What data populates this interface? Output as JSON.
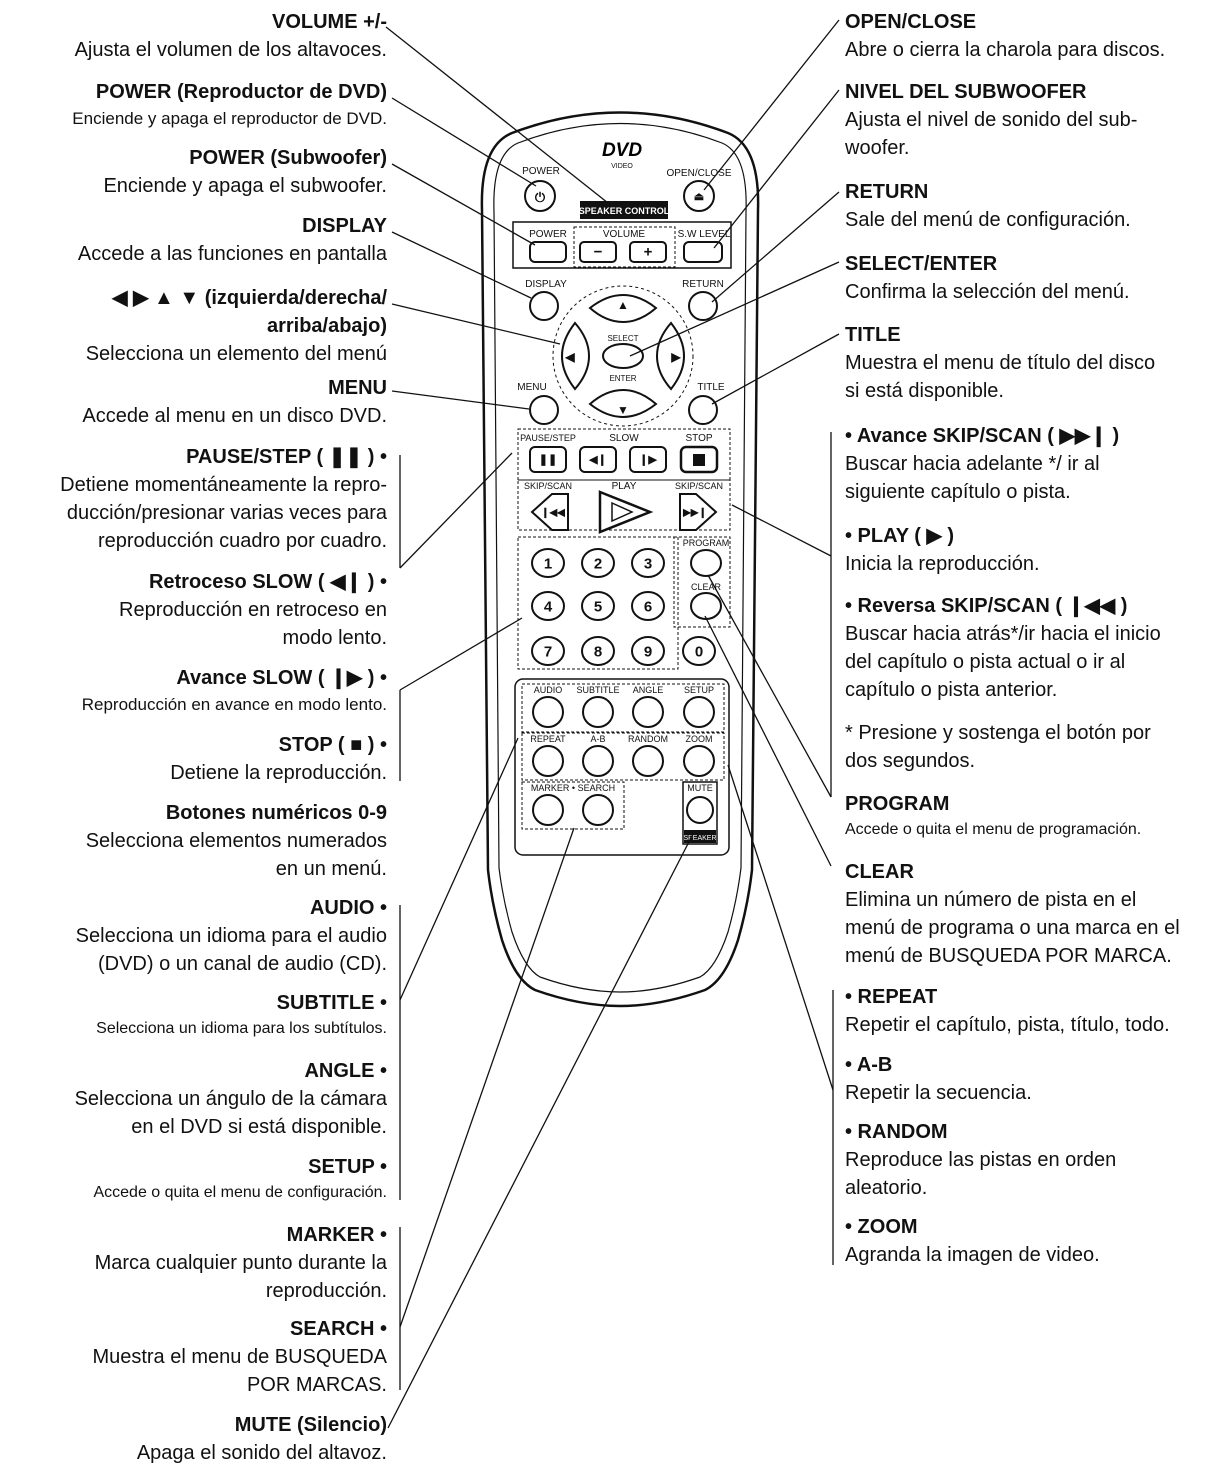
{
  "left_labels": [
    {
      "lines": [
        {
          "text": "VOLUME +/-",
          "style": "t"
        },
        {
          "text": "Ajusta el volumen de los altavoces.",
          "style": "d"
        }
      ]
    },
    {
      "lines": [
        {
          "text": "POWER (Reproductor de DVD)",
          "style": "t"
        },
        {
          "text": "Enciende y apaga el reproductor de DVD.",
          "style": "ds"
        }
      ]
    },
    {
      "lines": [
        {
          "text": "POWER (Subwoofer)",
          "style": "t"
        },
        {
          "text": "Enciende y apaga el subwoofer.",
          "style": "d"
        }
      ]
    },
    {
      "lines": [
        {
          "text": "DISPLAY",
          "style": "t"
        },
        {
          "text": "Accede a las funciones en pantalla",
          "style": "d"
        }
      ]
    },
    {
      "lines": [
        {
          "text": "◀ ▶ ▲ ▼ (izquierda/derecha/",
          "style": "t"
        },
        {
          "text": "arriba/abajo)",
          "style": "t"
        },
        {
          "text": "Selecciona un elemento del menú",
          "style": "d"
        }
      ]
    },
    {
      "lines": [
        {
          "text": "MENU",
          "style": "t"
        },
        {
          "text": "Accede al menu en un disco DVD.",
          "style": "d"
        }
      ]
    },
    {
      "lines": [
        {
          "text": "PAUSE/STEP ( ❚❚ ) •",
          "style": "t"
        },
        {
          "text": "Detiene momentáneamente la repro-",
          "style": "d"
        },
        {
          "text": "ducción/presionar varias veces para",
          "style": "d"
        },
        {
          "text": "reproducción cuadro por cuadro.",
          "style": "d"
        }
      ]
    },
    {
      "lines": [
        {
          "text": "Retroceso SLOW ( ◀❙ ) •",
          "style": "t"
        },
        {
          "text": "Reproducción en retroceso en",
          "style": "d"
        },
        {
          "text": "modo lento.",
          "style": "d"
        }
      ]
    },
    {
      "lines": [
        {
          "text": "Avance SLOW ( ❙▶ ) •",
          "style": "t"
        },
        {
          "text": "Reproducción en avance en modo lento.",
          "style": "ds"
        }
      ]
    },
    {
      "lines": [
        {
          "text": "STOP ( ■ ) •",
          "style": "t"
        },
        {
          "text": "Detiene la reproducción.",
          "style": "d"
        }
      ]
    },
    {
      "lines": [
        {
          "text": "Botones numéricos 0-9",
          "style": "t"
        },
        {
          "text": "Selecciona elementos numerados",
          "style": "d"
        },
        {
          "text": "en un menú.",
          "style": "d"
        }
      ]
    },
    {
      "lines": [
        {
          "text": "AUDIO •",
          "style": "t"
        },
        {
          "text": "Selecciona un idioma para el audio",
          "style": "d"
        },
        {
          "text": "(DVD) o un canal de audio (CD).",
          "style": "d"
        }
      ]
    },
    {
      "lines": [
        {
          "text": "SUBTITLE •",
          "style": "t"
        },
        {
          "text": "Selecciona un idioma para los subtítulos.",
          "style": "dxs"
        }
      ]
    },
    {
      "lines": [
        {
          "text": "ANGLE •",
          "style": "t"
        },
        {
          "text": "Selecciona un ángulo de la cámara",
          "style": "d"
        },
        {
          "text": "en el DVD si está disponible.",
          "style": "d"
        }
      ]
    },
    {
      "lines": [
        {
          "text": "SETUP •",
          "style": "t"
        },
        {
          "text": "Accede o quita el menu de configuración.",
          "style": "dxs"
        }
      ]
    },
    {
      "lines": [
        {
          "text": "MARKER •",
          "style": "t"
        },
        {
          "text": "Marca cualquier punto durante la",
          "style": "d"
        },
        {
          "text": "reproducción.",
          "style": "d"
        }
      ]
    },
    {
      "lines": [
        {
          "text": "SEARCH •",
          "style": "t"
        },
        {
          "text": "Muestra el menu de BUSQUEDA",
          "style": "d"
        },
        {
          "text": "POR MARCAS.",
          "style": "d"
        }
      ]
    },
    {
      "lines": [
        {
          "text": "MUTE (Silencio)",
          "style": "t"
        },
        {
          "text": "Apaga el sonido del altavoz.",
          "style": "d"
        }
      ]
    }
  ],
  "right_labels": [
    {
      "lines": [
        {
          "text": "OPEN/CLOSE",
          "style": "t"
        },
        {
          "text": "Abre o cierra la charola para discos.",
          "style": "d"
        }
      ]
    },
    {
      "lines": [
        {
          "text": "NIVEL DEL SUBWOOFER",
          "style": "t"
        },
        {
          "text": "Ajusta el nivel de sonido del sub-",
          "style": "d"
        },
        {
          "text": "woofer.",
          "style": "d"
        }
      ]
    },
    {
      "lines": [
        {
          "text": "RETURN",
          "style": "t"
        },
        {
          "text": "Sale del menú de configuración.",
          "style": "d"
        }
      ]
    },
    {
      "lines": [
        {
          "text": "SELECT/ENTER",
          "style": "t"
        },
        {
          "text": "Confirma la selección del menú.",
          "style": "d"
        }
      ]
    },
    {
      "lines": [
        {
          "text": "TITLE",
          "style": "t"
        },
        {
          "text": "Muestra el menu de título del disco",
          "style": "d"
        },
        {
          "text": "si está disponible.",
          "style": "d"
        }
      ]
    },
    {
      "lines": [
        {
          "text": "• Avance SKIP/SCAN ( ▶▶❙ )",
          "style": "t"
        },
        {
          "text": "Buscar hacia adelante */ ir al",
          "style": "d"
        },
        {
          "text": "siguiente capítulo o pista.",
          "style": "d"
        }
      ]
    },
    {
      "lines": [
        {
          "text": "• PLAY ( ▶ )",
          "style": "t"
        },
        {
          "text": "Inicia la reproducción.",
          "style": "d"
        }
      ]
    },
    {
      "lines": [
        {
          "text": "• Reversa SKIP/SCAN ( ❙◀◀ )",
          "style": "t"
        },
        {
          "text": "Buscar hacia atrás*/ir hacia el inicio",
          "style": "d"
        },
        {
          "text": "del capítulo o pista actual o ir al",
          "style": "d"
        },
        {
          "text": "capítulo o pista anterior.",
          "style": "d"
        }
      ]
    },
    {
      "lines": [
        {
          "text": "* Presione y sostenga el botón por",
          "style": "d"
        },
        {
          "text": "  dos segundos.",
          "style": "d"
        }
      ]
    },
    {
      "lines": [
        {
          "text": "PROGRAM",
          "style": "t"
        },
        {
          "text": "Accede o quita el menu de programación.",
          "style": "dxs"
        }
      ]
    },
    {
      "lines": [
        {
          "text": "CLEAR",
          "style": "t"
        },
        {
          "text": "Elimina un número de pista en el",
          "style": "d"
        },
        {
          "text": "menú de programa o una marca en el",
          "style": "d"
        },
        {
          "text": "menú de BUSQUEDA POR MARCA.",
          "style": "d"
        }
      ]
    },
    {
      "lines": [
        {
          "text": "• REPEAT",
          "style": "t"
        },
        {
          "text": "Repetir el capítulo, pista, título, todo.",
          "style": "d"
        }
      ]
    },
    {
      "lines": [
        {
          "text": "• A-B",
          "style": "t"
        },
        {
          "text": "Repetir la secuencia.",
          "style": "d"
        }
      ]
    },
    {
      "lines": [
        {
          "text": "• RANDOM",
          "style": "t"
        },
        {
          "text": "Reproduce las pistas en orden",
          "style": "d"
        },
        {
          "text": "aleatorio.",
          "style": "d"
        }
      ]
    },
    {
      "lines": [
        {
          "text": "• ZOOM",
          "style": "t"
        },
        {
          "text": "Agranda la imagen de video.",
          "style": "d"
        }
      ]
    }
  ],
  "remote": {
    "logo_main": "DVD",
    "logo_sub": "VIDEO",
    "power_label": "POWER",
    "open_close_label": "OPEN/CLOSE",
    "speaker_control_label": "SPEAKER CONTROL",
    "sub_power_label": "POWER",
    "volume_label": "VOLUME",
    "vol_minus": "−",
    "vol_plus": "+",
    "sw_level_label": "S.W LEVEL",
    "display_label": "DISPLAY",
    "return_label": "RETURN",
    "select_label": "SELECT",
    "enter_label": "ENTER",
    "menu_label": "MENU",
    "title_label": "TITLE",
    "pause_step_label": "PAUSE/STEP",
    "slow_label": "SLOW",
    "stop_label": "STOP",
    "skip_scan_left_label": "SKIP/SCAN",
    "play_label": "PLAY",
    "skip_scan_right_label": "SKIP/SCAN",
    "program_label": "PROGRAM",
    "clear_label": "CLEAR",
    "digits": [
      "1",
      "2",
      "3",
      "4",
      "5",
      "6",
      "7",
      "8",
      "9",
      "0"
    ],
    "audio_label": "AUDIO",
    "subtitle_label": "SUBTITLE",
    "angle_label": "ANGLE",
    "setup_label": "SETUP",
    "repeat_label": "REPEAT",
    "ab_label": "A-B",
    "random_label": "RANDOM",
    "zoom_label": "ZOOM",
    "marker_search_label": "MARKER • SEARCH",
    "mute_label": "MUTE",
    "speaker_label": "SPEAKER"
  }
}
